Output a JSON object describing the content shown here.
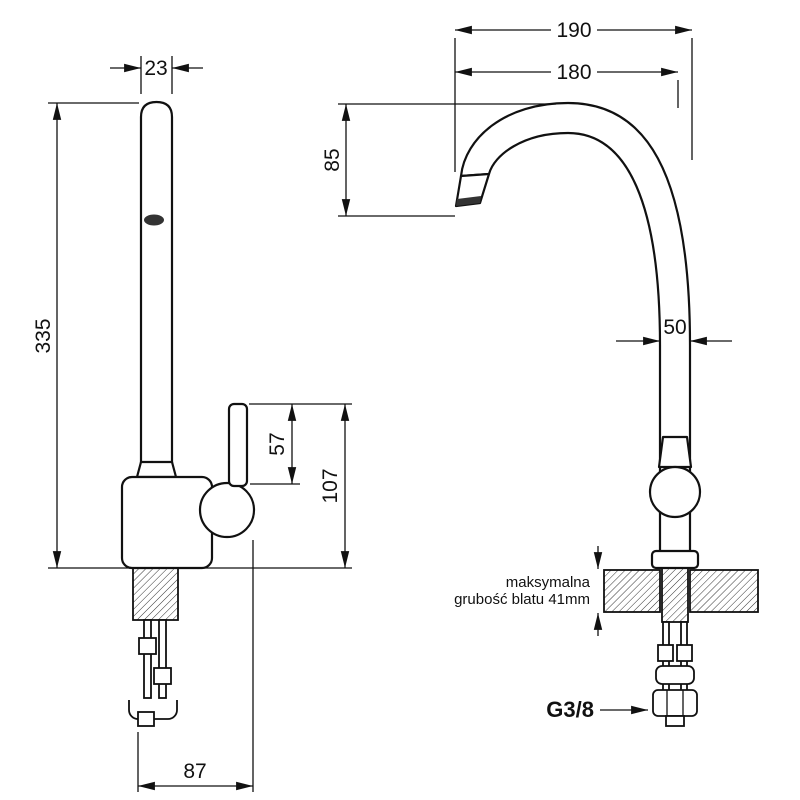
{
  "colors": {
    "line": "#111111",
    "background": "#ffffff"
  },
  "side_view": {
    "dim_spout_width": "23",
    "dim_total_height": "335",
    "dim_handle_height": "57",
    "dim_body_height": "107",
    "dim_base_width": "87"
  },
  "front_view": {
    "dim_overall_reach": "190",
    "dim_spout_reach": "180",
    "dim_spout_drop": "85",
    "dim_body_width": "50",
    "thread_label": "G3/8",
    "note_line1": "maksymalna",
    "note_line2": "grubość blatu 41mm"
  }
}
